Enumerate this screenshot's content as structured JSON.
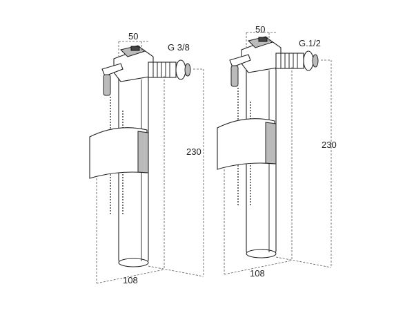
{
  "valves": [
    {
      "width_label": "50",
      "thread_label": "G 3/8",
      "height_label": "230",
      "depth_label": "108"
    },
    {
      "width_label": "50",
      "thread_label": "G.1/2",
      "height_label": "230",
      "depth_label": "108"
    }
  ]
}
